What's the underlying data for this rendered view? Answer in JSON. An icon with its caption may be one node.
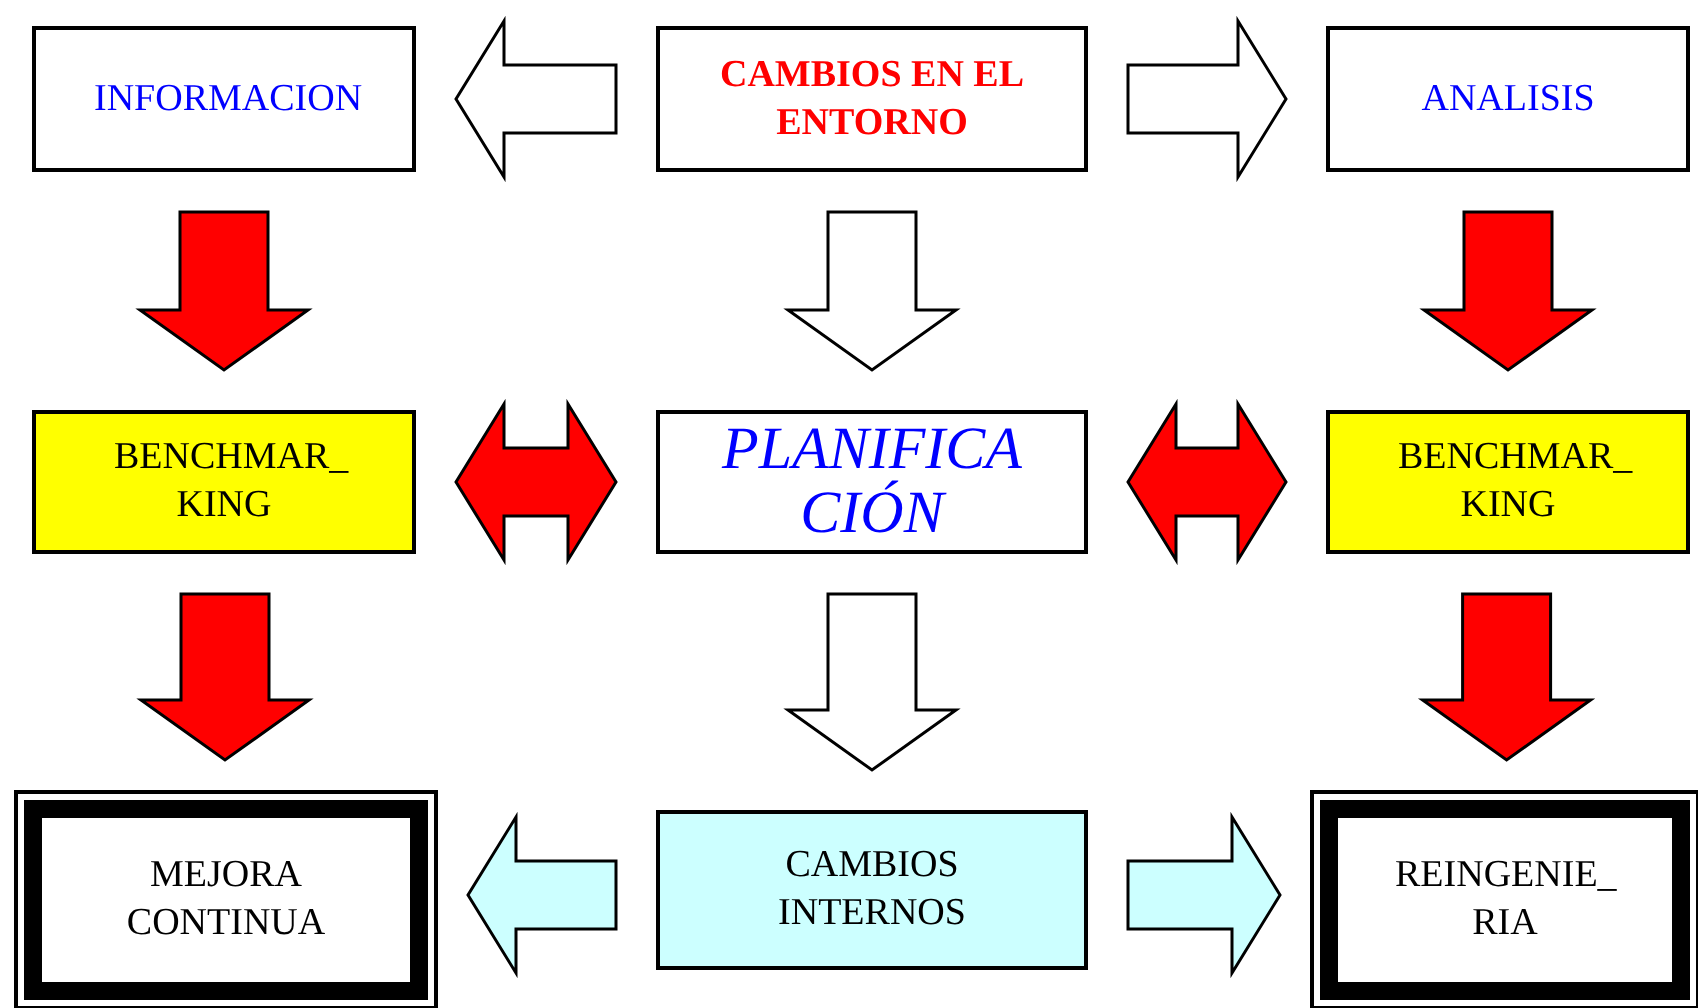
{
  "diagram": {
    "nodes": [
      {
        "text": [
          "INFORMACION"
        ]
      },
      {
        "text": [
          "CAMBIOS EN EL ENTORNO"
        ]
      },
      {
        "text": [
          "ANALISIS"
        ]
      },
      {
        "text": [
          "BENCHMAR_ KING"
        ]
      },
      {
        "text": [
          "PLANIFICA CIÓN"
        ]
      },
      {
        "text": [
          "BENCHMAR_ KING"
        ]
      },
      {
        "text": [
          "MEJORA CONTINUA"
        ]
      },
      {
        "text": [
          "CAMBIOS INTERNOS"
        ]
      },
      {
        "text": [
          "REINGENIE_ RIA"
        ]
      }
    ],
    "edges": [
      {
        "from": 1,
        "to": 0,
        "arrow": "to",
        "color": "#ffffff"
      },
      {
        "from": 1,
        "to": 2,
        "arrow": "to",
        "color": "#ffffff"
      },
      {
        "from": 0,
        "to": 3,
        "arrow": "to"
      },
      {
        "from": 1,
        "to": 4,
        "arrow": "to",
        "color": "#ffffff"
      },
      {
        "from": 2,
        "to": 5,
        "arrow": "to"
      },
      {
        "from": 3,
        "to": 4,
        "arrow": "both"
      },
      {
        "from": 4,
        "to": 5,
        "arrow": "both"
      },
      {
        "from": 3,
        "to": 6,
        "arrow": "to"
      },
      {
        "from": 4,
        "to": 7,
        "arrow": "to",
        "color": "#ffffff"
      },
      {
        "from": 5,
        "to": 8,
        "arrow": "to"
      },
      {
        "from": 7,
        "to": 6,
        "arrow": "to",
        "color": "#ccffff"
      },
      {
        "from": 7,
        "to": 8,
        "arrow": "to",
        "color": "#ccffff"
      }
    ]
  }
}
